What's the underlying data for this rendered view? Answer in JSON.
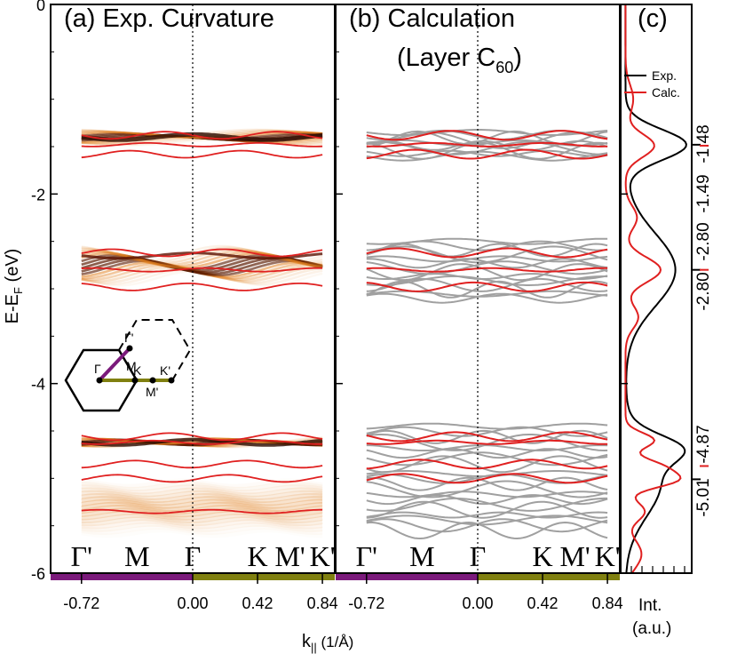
{
  "chart_data": [
    {
      "panel": "(a)",
      "type": "heatmap",
      "title": "(a) Exp. Curvature",
      "ylabel": "E-E",
      "ylabel_sub": "F",
      "ylabel_unit": " (eV)",
      "xlabel": "k",
      "xlabel_sub": "||",
      "xlabel_unit": " (1/Å)",
      "xlim": [
        -0.92,
        0.92
      ],
      "ylim": [
        -6,
        0
      ],
      "yticks": [
        0,
        -2,
        -4,
        -6
      ],
      "xtick_labels": [
        "-0.72",
        "0.00",
        "0.42",
        "0.84"
      ],
      "xtick_values": [
        -0.72,
        0.0,
        0.42,
        0.84
      ],
      "sym_points": [
        "Γ'",
        "M",
        "Γ",
        "K",
        "M'",
        "K'"
      ],
      "sym_values": [
        -0.72,
        -0.36,
        0.0,
        0.42,
        0.63,
        0.84
      ],
      "bands": [
        {
          "center": -1.4,
          "width": 0.12
        },
        {
          "center": -2.75,
          "width": 0.28
        },
        {
          "center": -4.62,
          "width": 0.05
        },
        {
          "center": -5.3,
          "width": 0.55
        }
      ],
      "calc_overlay_energies": [
        -1.38,
        -1.48,
        -1.58,
        -2.62,
        -2.8,
        -2.98,
        -4.56,
        -4.62,
        -4.85,
        -5.0,
        -5.35
      ],
      "bz_inset": [
        "Γ'",
        "M",
        "Γ",
        "K",
        "M'",
        "K'"
      ]
    },
    {
      "panel": "(b)",
      "type": "line",
      "title": "(b) Calculation",
      "subtitle_pre": "(Layer C",
      "subtitle_sub": "60",
      "subtitle_post": ")",
      "xlim": [
        -0.92,
        0.92
      ],
      "ylim": [
        -6,
        0
      ],
      "xtick_labels": [
        "-0.72",
        "0.00",
        "0.42",
        "0.84"
      ],
      "sym_points": [
        "Γ'",
        "M",
        "Γ",
        "K",
        "M'",
        "K'"
      ],
      "gray_band_groups": [
        {
          "from": -1.35,
          "to": -1.6,
          "count": 10
        },
        {
          "from": -2.5,
          "to": -3.1,
          "count": 14
        },
        {
          "from": -4.45,
          "to": -4.85,
          "count": 8
        },
        {
          "from": -4.95,
          "to": -5.55,
          "count": 12
        }
      ],
      "red_bands": [
        -1.38,
        -1.48,
        -1.58,
        -2.62,
        -2.8,
        -2.98,
        -4.56,
        -4.62,
        -4.85,
        -5.0
      ]
    },
    {
      "panel": "(c)",
      "type": "line",
      "title": "(c)",
      "xlabel": "Int.",
      "xlabel2": "(a.u.)",
      "ylim": [
        -6,
        0
      ],
      "series": [
        {
          "name": "Exp.",
          "color": "#000000",
          "peaks": [
            {
              "e": -1.48,
              "amp": 0.95,
              "w": 0.16
            },
            {
              "e": -2.8,
              "amp": 0.78,
              "w": 0.38
            },
            {
              "e": -4.68,
              "amp": 0.6,
              "w": 0.14
            },
            {
              "e": -5.05,
              "amp": 0.55,
              "w": 0.35
            }
          ]
        },
        {
          "name": "Calc.",
          "color": "#e02020",
          "peaks": [
            {
              "e": -1.49,
              "amp": 0.45,
              "w": 0.12
            },
            {
              "e": -1.0,
              "amp": 0.12,
              "w": 0.15
            },
            {
              "e": -2.25,
              "amp": 0.18,
              "w": 0.12
            },
            {
              "e": -2.8,
              "amp": 0.55,
              "w": 0.13
            },
            {
              "e": -3.3,
              "amp": 0.2,
              "w": 0.12
            },
            {
              "e": -4.6,
              "amp": 0.45,
              "w": 0.08
            },
            {
              "e": -4.87,
              "amp": 0.5,
              "w": 0.08
            },
            {
              "e": -5.02,
              "amp": 0.75,
              "w": 0.08
            },
            {
              "e": -5.35,
              "amp": 0.3,
              "w": 0.1
            },
            {
              "e": -5.8,
              "amp": 0.25,
              "w": 0.15
            }
          ]
        }
      ],
      "peak_labels": [
        {
          "text": "-1.48",
          "color": "#000000",
          "e": -1.48
        },
        {
          "text": "-1.49",
          "color": "#e02020",
          "e": -1.49
        },
        {
          "text": "-2.80",
          "color": "#000000",
          "e": -2.8
        },
        {
          "text": "-2.80",
          "color": "#e02020",
          "e": -2.8
        },
        {
          "text": "-4.87",
          "color": "#e02020",
          "e": -4.87
        },
        {
          "text": "-5.01",
          "color": "#000000",
          "e": -5.01
        }
      ],
      "legend_position": "top-right"
    }
  ],
  "colors": {
    "path_gamma_m": "#7b1a7b",
    "path_gamma_k": "#808010",
    "calc_red": "#e02020",
    "calc_gray": "#a0a0a0"
  }
}
